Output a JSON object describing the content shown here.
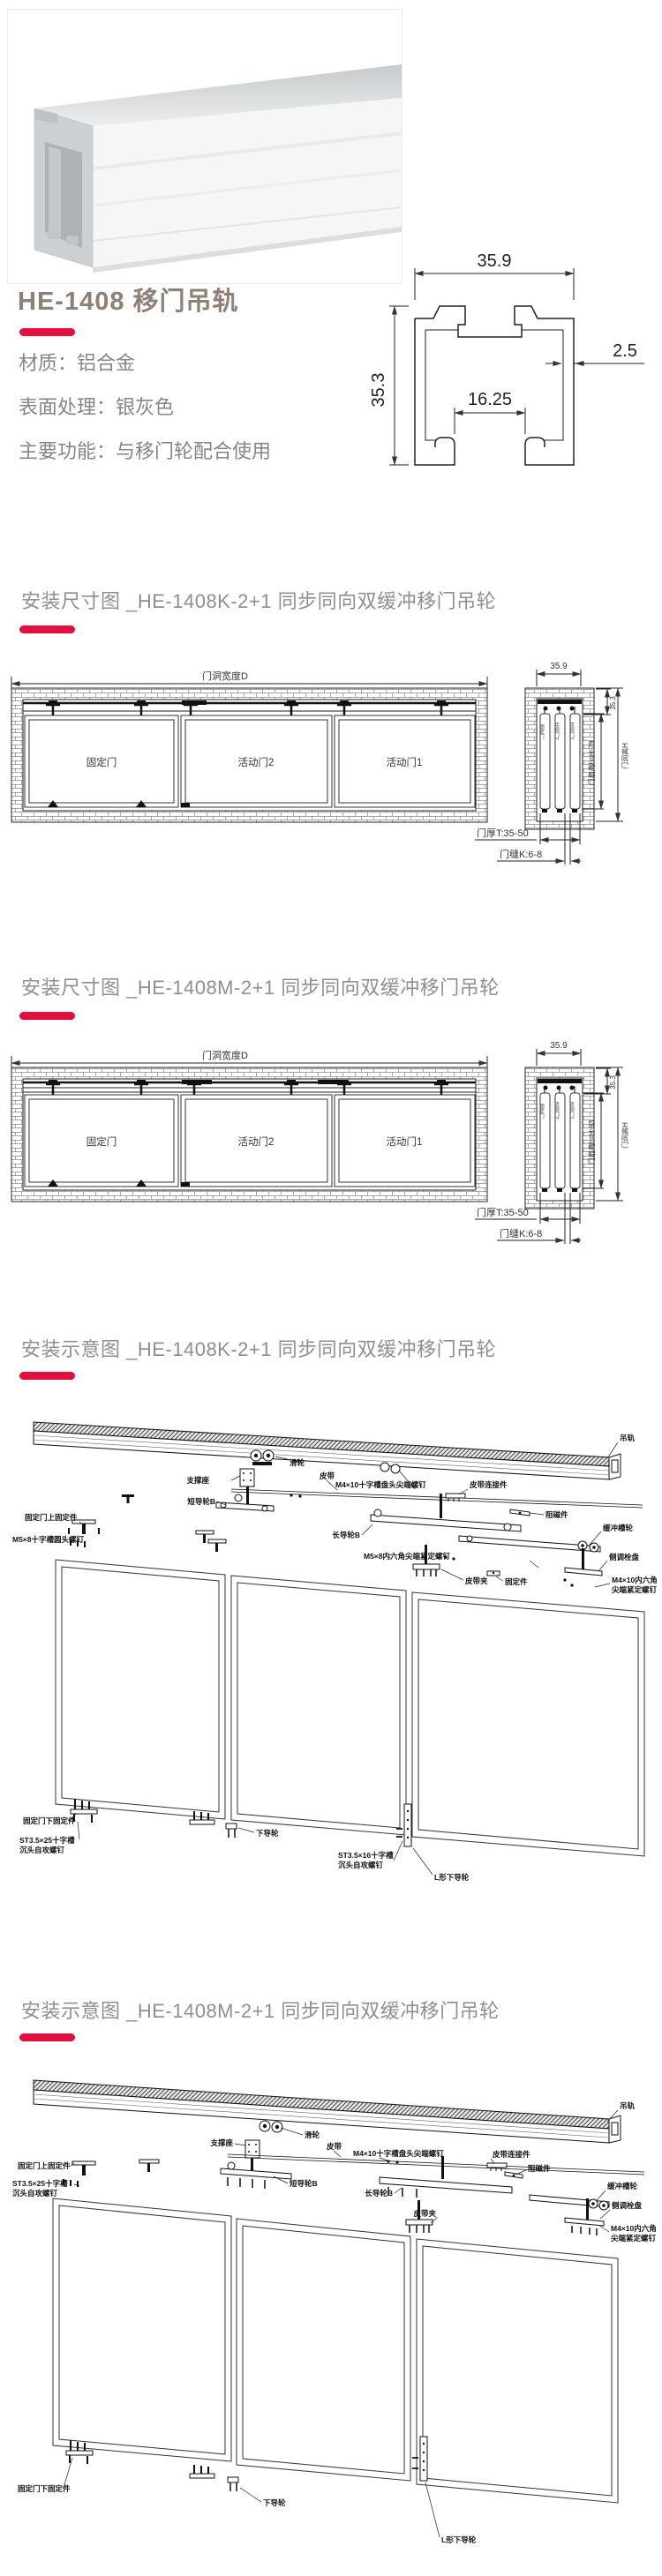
{
  "colors": {
    "accent_red": "#e2103c",
    "title_brown": "#8e8076",
    "heading_gray": "#8f8f8f",
    "spec_gray": "#868686"
  },
  "product": {
    "title": "HE-1408 移门吊轨",
    "specs": [
      "材质：铝合金",
      "表面处理：银灰色",
      "主要功能：与移门轮配合使用"
    ]
  },
  "profile": {
    "w": "35.9",
    "h": "35.3",
    "wall": "2.5",
    "slot": "16.25"
  },
  "sections": {
    "s1": "安装尺寸图 _HE-1408K-2+1 同步同向双缓冲移门吊轮",
    "s2": "安装尺寸图 _HE-1408M-2+1 同步同向双缓冲移门吊轮",
    "s3": "安装示意图 _HE-1408K-2+1 同步同向双缓冲移门吊轮",
    "s4": "安装示意图 _HE-1408M-2+1 同步同向双缓冲移门吊轮"
  },
  "dim": {
    "opening_width": "门洞宽度D",
    "door_fixed": "固定门",
    "door_active2": "活动门2",
    "door_active1": "活动门1",
    "track_w": "35.9",
    "track_h": "35.3",
    "door_h_k": "门扇高h=H-79",
    "door_h_m": "门扇高h=H-93",
    "opening_h": "门洞高H",
    "thickness": "门厚T:35-50",
    "gap": "门缝K:6-8"
  },
  "exp": {
    "track": "吊轨",
    "pulley": "滑轮",
    "support": "支撑座",
    "belt": "皮带",
    "short_guide": "短导轮B",
    "long_guide": "长导轮B",
    "fixed_top": "固定门上固定件",
    "screw_m5x8_round": "M5×8十字槽圆头螺钉",
    "screw_m4x10_pan": "M4×10十字槽盘头尖端螺钉",
    "belt_link": "皮带连接件",
    "magnet": "阻磁件",
    "buffer_pulley": "缓冲槽轮",
    "side_plate": "侧调栓盘",
    "screw_m5x8_set": "M5×8内六角尖端紧定螺钉",
    "belt_clamp": "皮带夹",
    "fixer": "固定件",
    "screw_m4x10_set_1": "M4×10内六角",
    "screw_m4x10_set_2": "尖端紧定螺钉",
    "fixed_bottom": "固定门下固定件",
    "st25_1": "ST3.5×25十字槽",
    "st25_2": "沉头自攻螺钉",
    "bottom_guide": "下导轮",
    "st16_1": "ST3.5×16十字槽",
    "st16_2": "沉头自攻螺钉",
    "l_guide": "L形下导轮"
  }
}
